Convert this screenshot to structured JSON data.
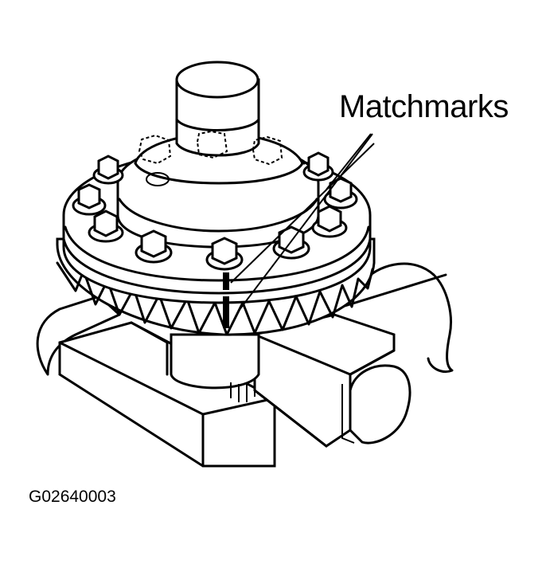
{
  "figure": {
    "callout_label": "Matchmarks",
    "figure_code": "G02640003",
    "colors": {
      "ink": "#000000",
      "paper": "#ffffff"
    },
    "parts": [
      "pinion-shaft",
      "differential-case",
      "ring-gear",
      "ring-gear-bolt",
      "vise-jaw",
      "matchmark"
    ]
  }
}
